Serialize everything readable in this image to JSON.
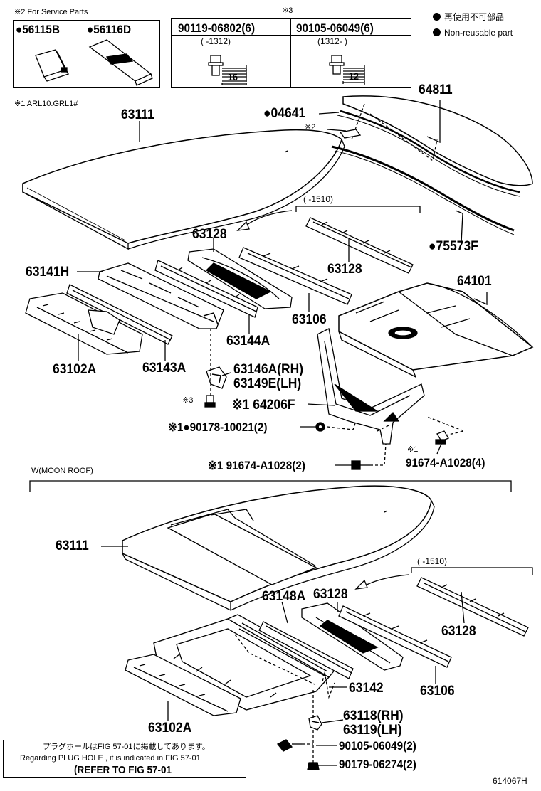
{
  "service_parts": {
    "heading": "※2 For Service Parts",
    "parts": [
      "●56115B",
      "●56116D"
    ]
  },
  "bolts": {
    "heading": "※3",
    "items": [
      {
        "part": "90119-06802(6)",
        "range": "(      -1312)",
        "dim": "16"
      },
      {
        "part": "90105-06049(6)",
        "range": "(1312-      )",
        "dim": "12"
      }
    ]
  },
  "legend": {
    "jp": "再使用不可部品",
    "en": "Non-reusable part"
  },
  "applicability_note": "※1 ARL10.GRL1#",
  "range_label": "(    -1510)",
  "section_label": "W(MOON ROOF)",
  "labels": {
    "p63111_top": "63111",
    "p64811": "64811",
    "p04641": "●04641",
    "p_star2": "※2",
    "p63128_a": "63128",
    "p63128_b": "63128",
    "p75573f": "●75573F",
    "p63141h": "63141H",
    "p64101": "64101",
    "p63106_top": "63106",
    "p63144a": "63144A",
    "p63102a_top": "63102A",
    "p63143a": "63143A",
    "p63146a": "63146A(RH)",
    "p63149e": "63149E(LH)",
    "p_star3": "※3",
    "p64206f": "※1 64206F",
    "p90178": "※1●90178-10021(2)",
    "p91674_left": "※1 91674-A1028(2)",
    "p91674_right_mark": "※1",
    "p91674_right": "91674-A1028(4)",
    "p63111_bot": "63111",
    "p63148a": "63148A",
    "p63128_c": "63128",
    "p63128_d": "63128",
    "p63142": "63142",
    "p63106_bot": "63106",
    "p63102a_bot": "63102A",
    "p63118": "63118(RH)",
    "p63119": "63119(LH)",
    "p90105": "90105-06049(2)",
    "p90179": "90179-06274(2)"
  },
  "plug_note": {
    "jp": "プラグホールはFIG 57-01に掲載してあります。",
    "en": "Regarding PLUG HOLE , it is indicated in FIG 57-01",
    "ref": "(REFER TO FIG 57-01"
  },
  "figure_code": "614067H"
}
